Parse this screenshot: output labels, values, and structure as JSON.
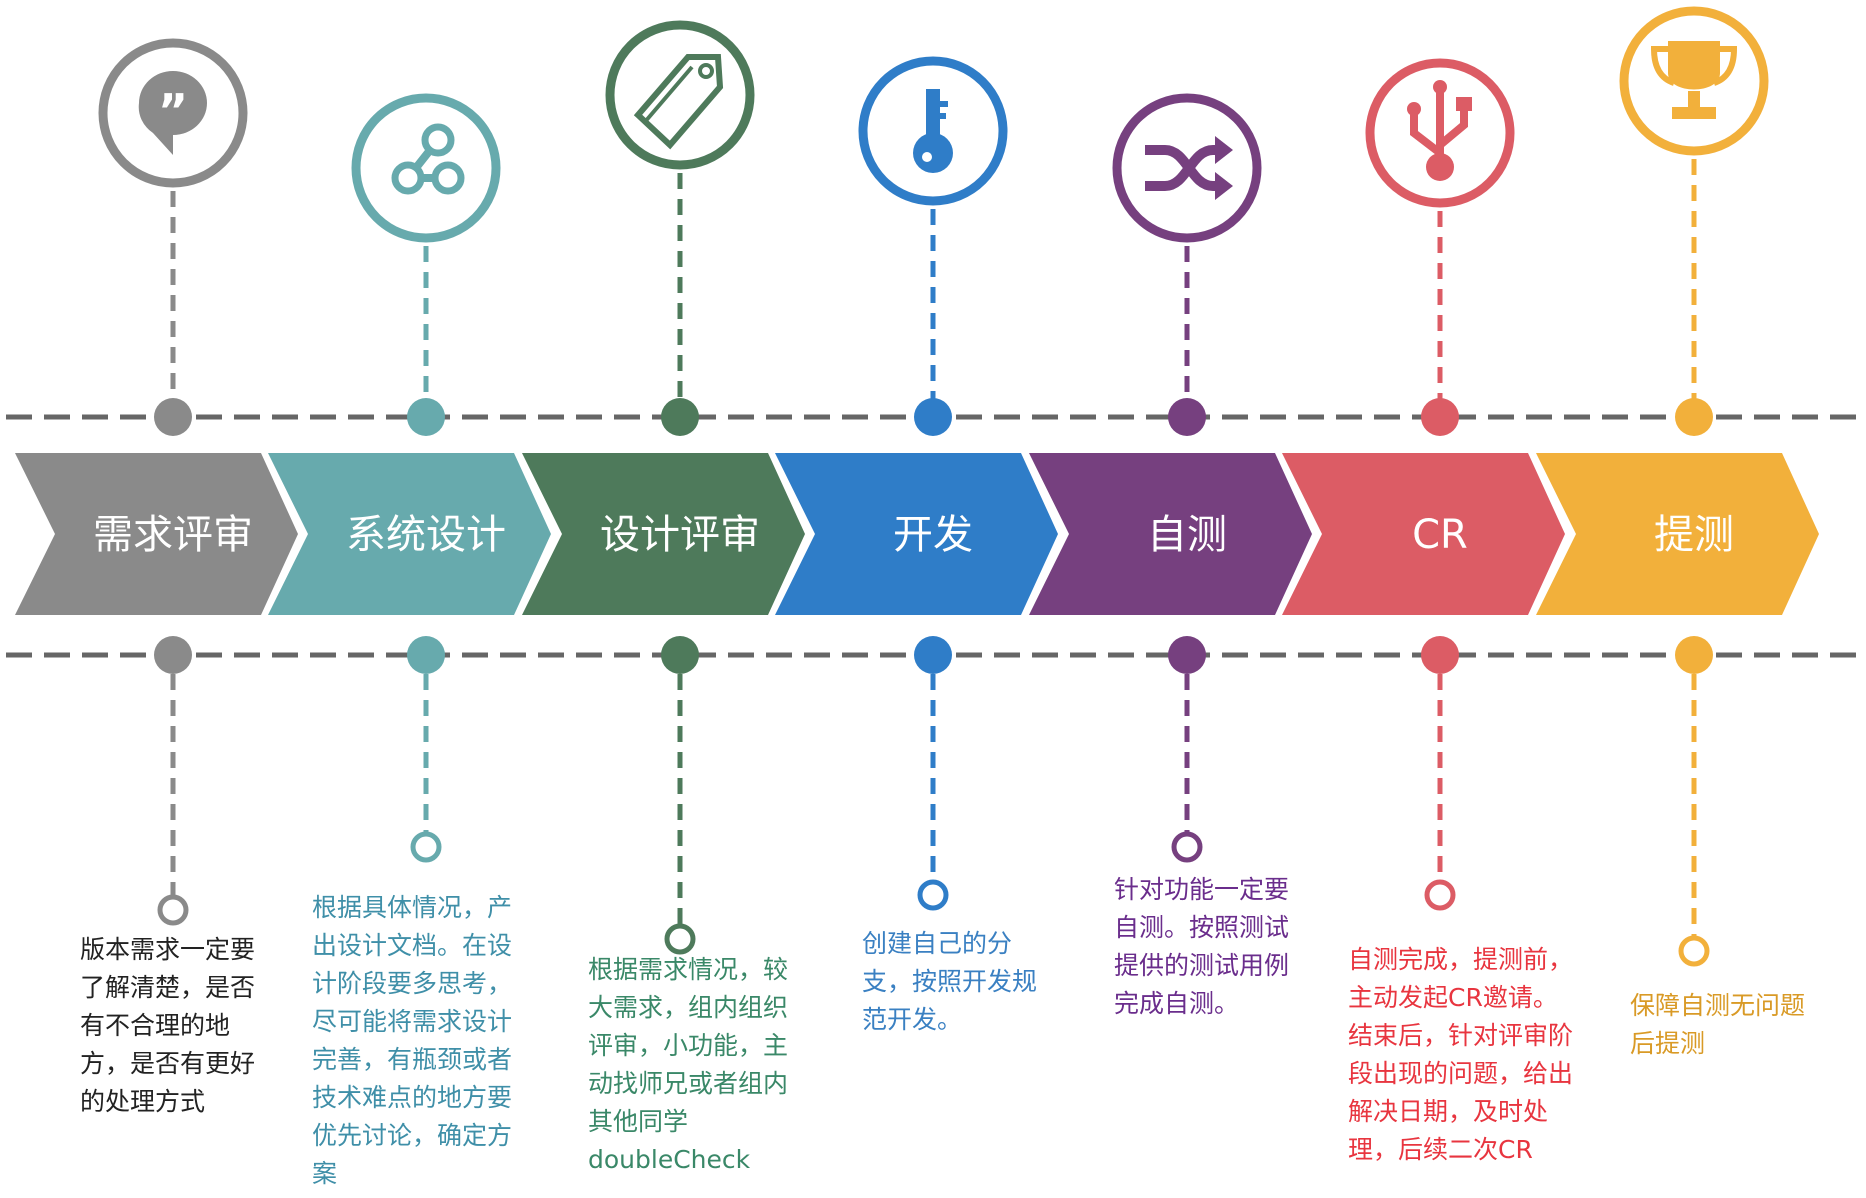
{
  "stages": [
    {
      "label": "需求评审",
      "icon": "quote-bubble-icon",
      "color": "#8a8a8a",
      "text_color": "#222222",
      "description": [
        "版本需求一定要",
        "了解清楚，是否",
        "有不合理的地",
        "方，是否有更好",
        "的处理方式"
      ]
    },
    {
      "label": "系统设计",
      "icon": "share-nodes-icon",
      "color": "#67aaad",
      "text_color": "#3f8fa8",
      "description": [
        "根据具体情况，产",
        "出设计文档。在设",
        "计阶段要多思考，",
        "尽可能将需求设计",
        "完善，有瓶颈或者",
        "技术难点的地方要",
        "优先讨论，确定方",
        "案"
      ]
    },
    {
      "label": "设计评审",
      "icon": "tag-icon",
      "color": "#4e7a5b",
      "text_color": "#3a8868",
      "description": [
        "根据需求情况，较",
        "大需求，组内组织",
        "评审，小功能，主",
        "动找师兄或者组内",
        "其他同学",
        "doubleCheck"
      ]
    },
    {
      "label": "开发",
      "icon": "key-icon",
      "color": "#2f7dc8",
      "text_color": "#3a80c2",
      "description": [
        "创建自己的分",
        "支，按照开发规",
        "范开发。"
      ]
    },
    {
      "label": "自测",
      "icon": "shuffle-icon",
      "color": "#76407f",
      "text_color": "#6a2d8c",
      "description": [
        "针对功能一定要",
        "自测。按照测试",
        "提供的测试用例",
        "完成自测。"
      ]
    },
    {
      "label": "CR",
      "icon": "usb-icon",
      "color": "#dc5c65",
      "text_color": "#e8353f",
      "description": [
        "自测完成，提测前，",
        "主动发起CR邀请。",
        "结束后，针对评审阶",
        "段出现的问题，给出",
        "解决日期，及时处",
        "理，后续二次CR"
      ]
    },
    {
      "label": "提测",
      "icon": "trophy-icon",
      "color": "#f2b03b",
      "text_color": "#d99a26",
      "description": [
        "保障自测无问题",
        "后提测"
      ]
    }
  ]
}
